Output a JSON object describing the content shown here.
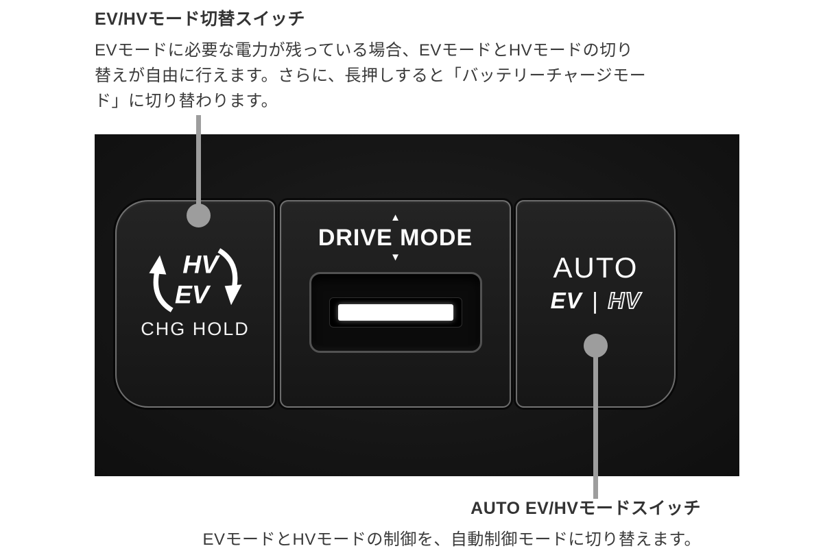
{
  "annotations": {
    "top": {
      "title": "EV/HVモード切替スイッチ",
      "body_lines": [
        "EVモードに必要な電力が残っている場合、EVモードとHVモードの切り",
        "替えが自由に行えます。さらに、長押しすると「バッテリーチャージモー",
        "ド」に切り替わります。"
      ]
    },
    "bottom": {
      "title": "AUTO EV/HVモードスイッチ",
      "body": "EVモードとHVモードの制御を、自動制御モードに切り替えます。"
    }
  },
  "panel": {
    "chg_button": {
      "icon_top": "HV",
      "icon_bottom": "EV",
      "label": "CHG HOLD"
    },
    "drive_mode_button": {
      "up_arrow": "▲",
      "label": "DRIVE MODE",
      "down_arrow": "▼"
    },
    "auto_button": {
      "line1": "AUTO",
      "ev": "EV",
      "separator": "|",
      "hv": "HV"
    }
  },
  "colors": {
    "callout": "#9d9d9d",
    "panel_background": "#171717",
    "button_text": "#ffffff",
    "body_text": "#3a3a3a"
  }
}
